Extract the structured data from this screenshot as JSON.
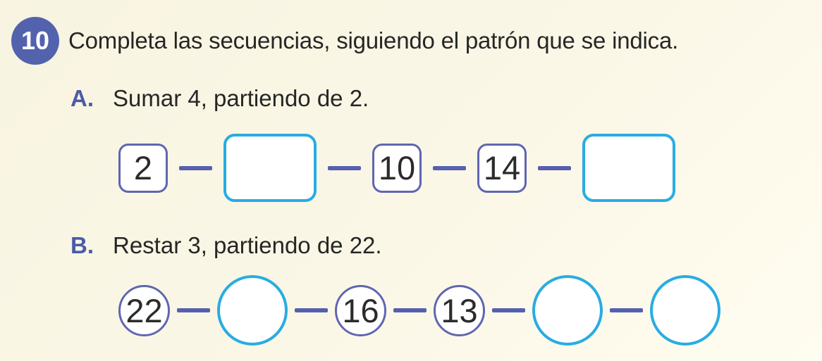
{
  "colors": {
    "badge": "#5362AD",
    "text": "#262626",
    "label": "#4A5CA8",
    "filled_border": "#5F66B0",
    "empty_border": "#29ACE3",
    "dash": "#5560AE",
    "background": "#FBF7E7"
  },
  "exercise": {
    "number": "10",
    "title": "Completa las secuencias, siguiendo el patrón que se indica."
  },
  "parts": [
    {
      "label": "A.",
      "instruction": "Sumar 4, partiendo de 2.",
      "shape": "square",
      "items": [
        {
          "value": "2",
          "empty": false
        },
        {
          "value": "",
          "empty": true
        },
        {
          "value": "10",
          "empty": false
        },
        {
          "value": "14",
          "empty": false
        },
        {
          "value": "",
          "empty": true
        }
      ]
    },
    {
      "label": "B.",
      "instruction": "Restar 3, partiendo de 22.",
      "shape": "circle",
      "items": [
        {
          "value": "22",
          "empty": false
        },
        {
          "value": "",
          "empty": true
        },
        {
          "value": "16",
          "empty": false
        },
        {
          "value": "13",
          "empty": false
        },
        {
          "value": "",
          "empty": true
        },
        {
          "value": "",
          "empty": true
        }
      ]
    }
  ]
}
